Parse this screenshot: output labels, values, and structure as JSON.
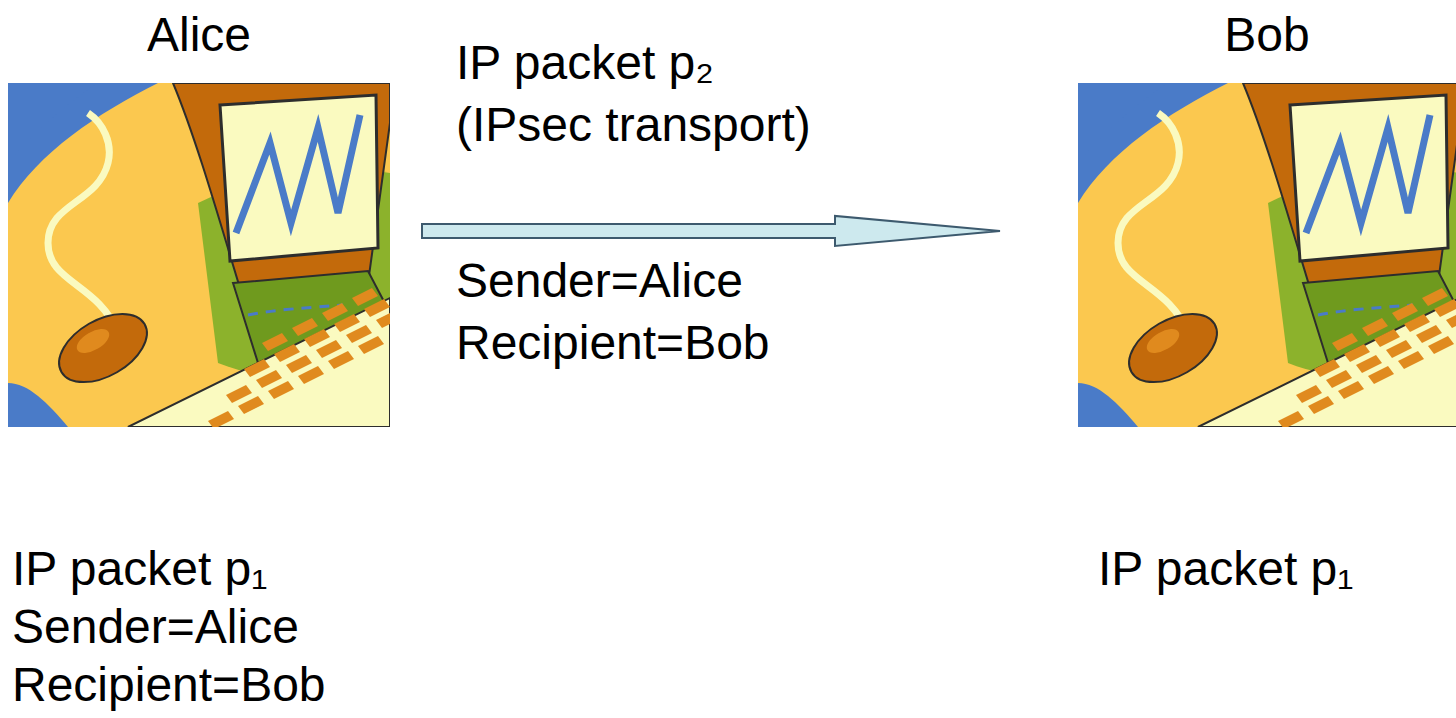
{
  "diagram": {
    "nodes": [
      {
        "text": [
          "Alice"
        ]
      },
      {
        "text": [
          "Bob"
        ]
      }
    ],
    "edges": [
      {
        "from": 0,
        "to": 1,
        "arrow": "to",
        "label": "IP packet p₂ (IPsec transport)"
      }
    ],
    "labels": [
      "Sender=Alice Recipient=Bob",
      "IP packet p₁ Sender=Alice Recipient=Bob",
      "IP packet p₁"
    ]
  }
}
